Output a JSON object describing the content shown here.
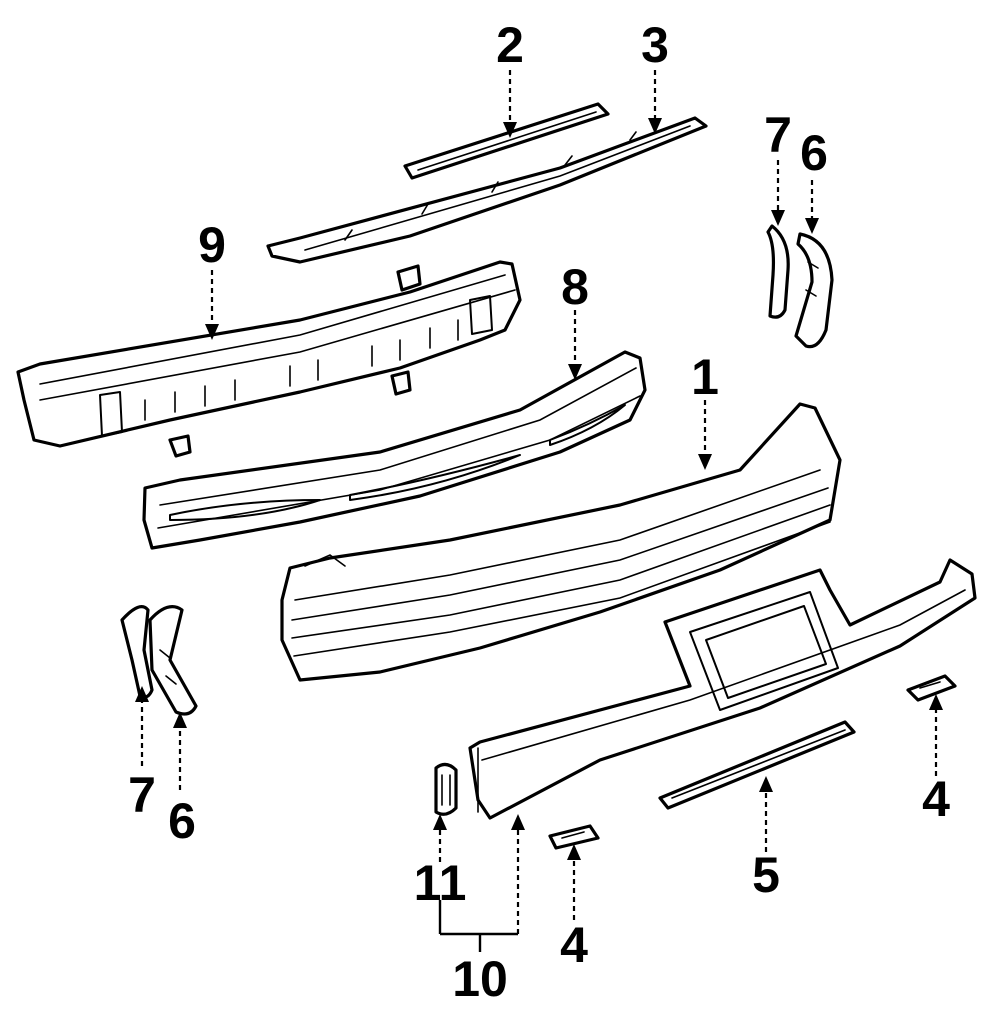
{
  "callouts": {
    "c1": "1",
    "c2": "2",
    "c3": "3",
    "c4a": "4",
    "c4b": "4",
    "c5": "5",
    "c6a": "6",
    "c6b": "6",
    "c7a": "7",
    "c7b": "7",
    "c8": "8",
    "c9": "9",
    "c10": "10",
    "c11": "11"
  },
  "colors": {
    "line": "#000000",
    "background": "#ffffff"
  }
}
